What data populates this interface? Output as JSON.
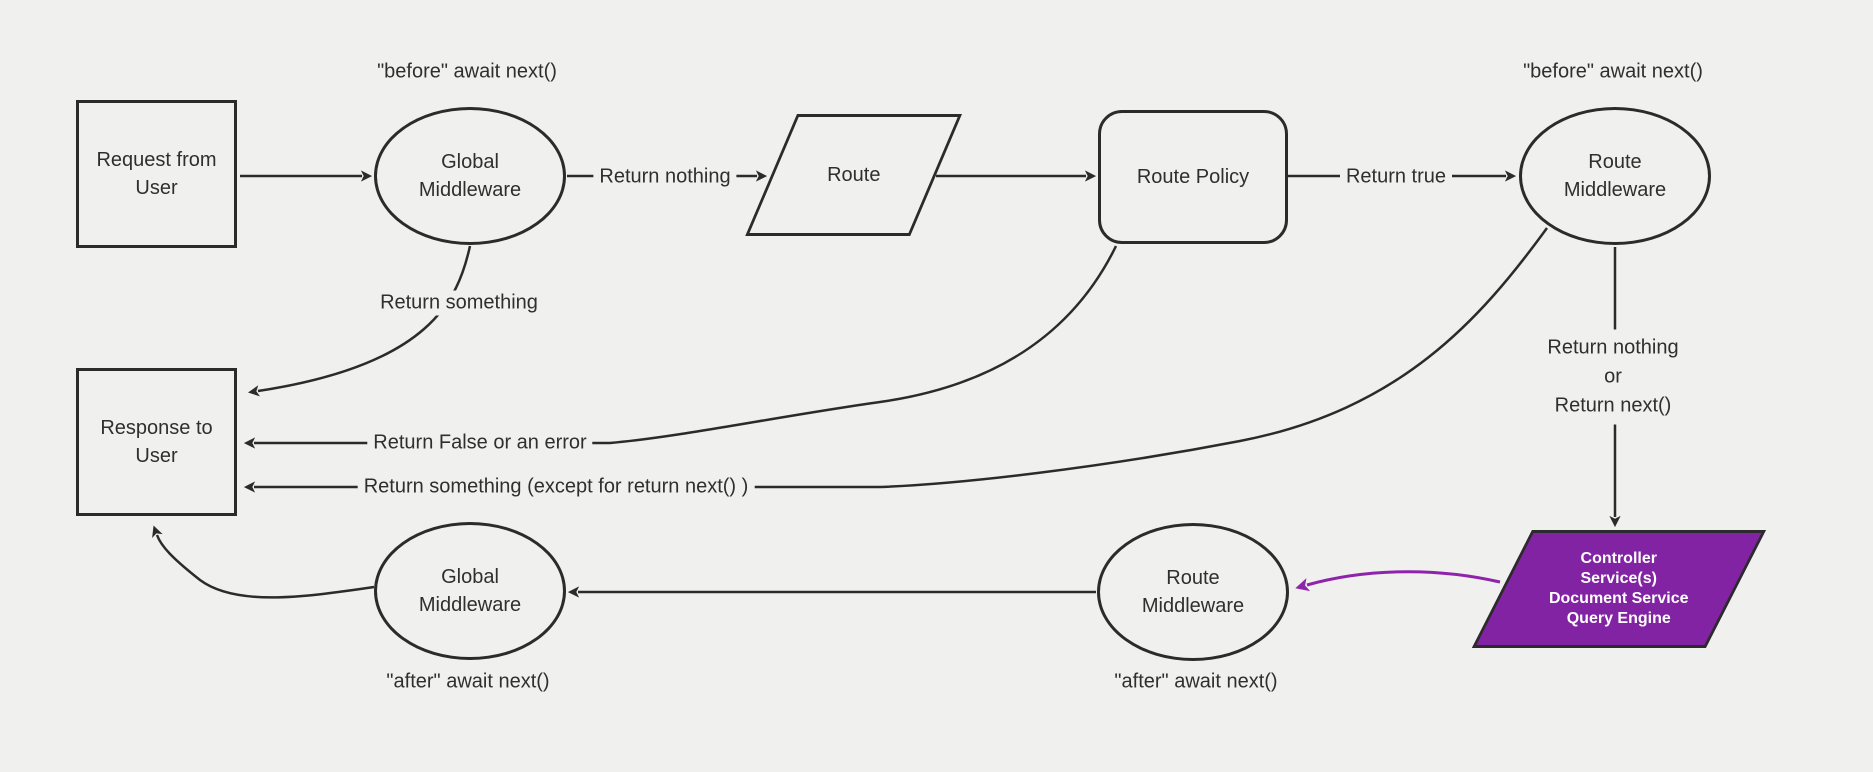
{
  "diagram_title": "middleware-request-response-flow",
  "colors": {
    "background": "#f0f0ee",
    "stroke": "#2b2b2b",
    "text": "#2f2f2f",
    "accent_purple_fill": "#8123a3",
    "accent_purple_arrow": "#8e24aa",
    "controller_text": "#ffffff"
  },
  "nodes": {
    "request": {
      "label": "Request from\nUser",
      "shape": "rectangle"
    },
    "global_middleware_top": {
      "label": "Global\nMiddleware",
      "shape": "ellipse"
    },
    "route": {
      "label": "Route",
      "shape": "parallelogram"
    },
    "route_policy": {
      "label": "Route Policy",
      "shape": "rounded-rectangle"
    },
    "route_middleware_top": {
      "label": "Route\nMiddleware",
      "shape": "ellipse"
    },
    "response": {
      "label": "Response to\nUser",
      "shape": "rectangle"
    },
    "global_middleware_bottom": {
      "label": "Global\nMiddleware",
      "shape": "ellipse"
    },
    "route_middleware_bottom": {
      "label": "Route\nMiddleware",
      "shape": "ellipse"
    },
    "controller": {
      "label": "Controller\nService(s)\nDocument Service\nQuery Engine",
      "shape": "parallelogram"
    }
  },
  "edge_labels": {
    "return_nothing": "Return nothing",
    "return_true": "Return true",
    "return_something": "Return something",
    "return_false": "Return False or an error",
    "return_something_except": "Return something (except for return next() )",
    "return_nothing_or_next": "Return nothing\nor\nReturn next()"
  },
  "annotations": {
    "before_left": "\"before\" await next()",
    "before_right": "\"before\" await next()",
    "after_left": "\"after\" await next()",
    "after_right": "\"after\" await next()"
  }
}
